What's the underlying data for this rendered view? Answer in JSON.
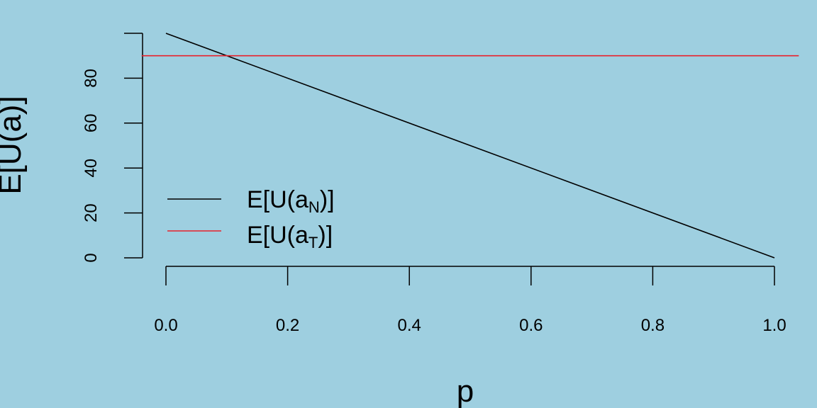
{
  "chart_data": {
    "type": "line",
    "title": "",
    "xlabel": "p",
    "ylabel": "E[U(a)]",
    "xlim": [
      0.0,
      1.0
    ],
    "ylim": [
      0,
      100
    ],
    "grid": false,
    "background_color": "#9ecfe0",
    "x_ticks": [
      {
        "value": 0.0,
        "label": "0.0"
      },
      {
        "value": 0.2,
        "label": "0.2"
      },
      {
        "value": 0.4,
        "label": "0.4"
      },
      {
        "value": 0.6,
        "label": "0.6"
      },
      {
        "value": 0.8,
        "label": "0.8"
      },
      {
        "value": 1.0,
        "label": "1.0"
      }
    ],
    "y_ticks": [
      {
        "value": 0,
        "label": "0"
      },
      {
        "value": 20,
        "label": "20"
      },
      {
        "value": 40,
        "label": "40"
      },
      {
        "value": 60,
        "label": "60"
      },
      {
        "value": 80,
        "label": "80"
      },
      {
        "value": 100,
        "label": ""
      }
    ],
    "series": [
      {
        "label_main": "E[U(a",
        "label_sub": "N",
        "label_end": ")]",
        "color": "#000000",
        "x": [
          0.0,
          1.0
        ],
        "y": [
          100,
          0
        ]
      },
      {
        "label_main": "E[U(a",
        "label_sub": "T",
        "label_end": ")]",
        "color": "#e8212b",
        "x": [
          -0.04,
          1.04
        ],
        "y": [
          90,
          90
        ]
      }
    ],
    "legend_position": "bottom-left"
  }
}
